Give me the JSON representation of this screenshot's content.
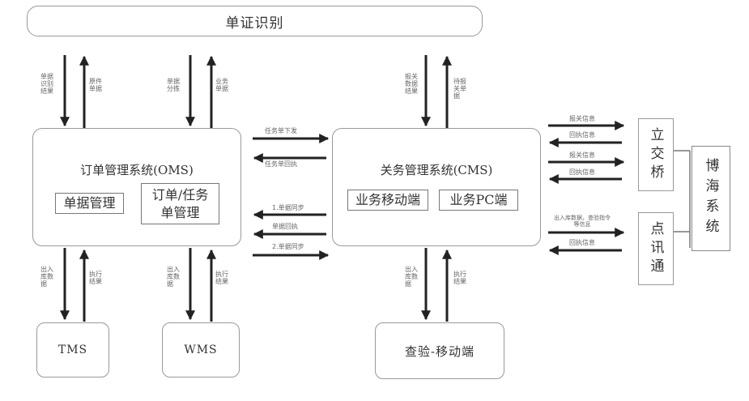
{
  "boxes": {
    "top": "单证识别",
    "oms": {
      "title": "订单管理系统(OMS)",
      "sub1": "单据管理",
      "sub2": "订单/任务\n单管理"
    },
    "cms": {
      "title": "关务管理系统(CMS)",
      "sub1": "业务移动端",
      "sub2": "业务PC端"
    },
    "tms": "TMS",
    "wms": "WMS",
    "mobile": "查验-移动端",
    "lijiaoqiao": "立交桥",
    "dianxuntong": "点讯通",
    "bohai": "博海系统"
  },
  "labels": {
    "oms_top_left_down": "单据\n识别\n结果",
    "oms_top_left_up": "原件\n单据",
    "oms_top_mid_down": "单据\n分拣",
    "oms_top_mid_up": "业务\n单据",
    "cms_top_down": "报关\n数据\n结果",
    "cms_top_up": "待报\n关单\n据",
    "oms_cms_1": "任务单下发",
    "oms_cms_2": "任务单回执",
    "oms_cms_3": "1.单据同步",
    "oms_cms_4": "单据回执",
    "oms_cms_5": "2.单据同步",
    "right_1": "报关信息",
    "right_2": "回执信息",
    "right_3": "报关信息",
    "right_4": "回执信息",
    "right_5": "出入库数据，查验指令\n等信息",
    "right_6": "回执信息",
    "oms_tms_down": "出入\n库数\n据",
    "oms_tms_up": "执行\n结果",
    "oms_wms_down": "出入\n库数\n据",
    "oms_wms_up": "执行\n结果",
    "cms_mobile_down": "出入\n库数\n据",
    "cms_mobile_up": "执行\n结果"
  }
}
